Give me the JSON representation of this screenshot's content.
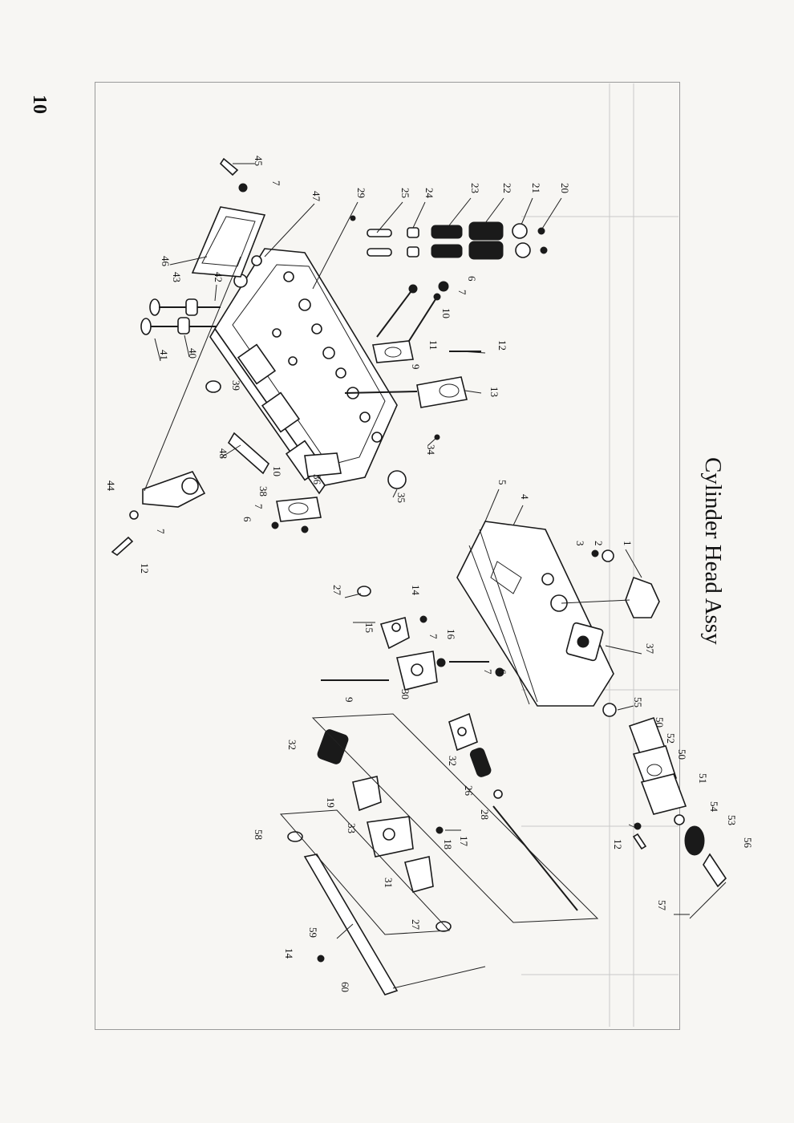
{
  "page": {
    "number": "10",
    "title": "Cylinder Head Assy"
  },
  "callouts": {
    "c1": "1",
    "c2": "2",
    "c3": "3",
    "c4": "4",
    "c5": "5",
    "c6a": "6",
    "c6b": "6",
    "c6c": "6",
    "c7a": "7",
    "c7b": "7",
    "c7c": "7",
    "c7d": "7",
    "c7e": "7",
    "c7f": "7",
    "c7g": "7",
    "c9a": "9",
    "c9b": "9",
    "c10a": "10",
    "c10b": "10",
    "c11": "11",
    "c12a": "12",
    "c12b": "12",
    "c12c": "12",
    "c13": "13",
    "c14a": "14",
    "c14b": "14",
    "c15": "15",
    "c16": "16",
    "c17": "17",
    "c18": "18",
    "c19": "19",
    "c20": "20",
    "c21": "21",
    "c22": "22",
    "c23": "23",
    "c24": "24",
    "c25": "25",
    "c26": "26",
    "c27a": "27",
    "c27b": "27",
    "c28": "28",
    "c29": "29",
    "c30": "30",
    "c31": "31",
    "c32a": "32",
    "c32b": "32",
    "c33": "33",
    "c34": "34",
    "c35": "35",
    "c36": "36",
    "c37": "37",
    "c38": "38",
    "c39": "39",
    "c40": "40",
    "c41": "41",
    "c42": "42",
    "c43": "43",
    "c44": "44",
    "c45": "45",
    "c46": "46",
    "c47": "47",
    "c48": "48",
    "c50a": "50",
    "c50b": "50",
    "c51": "51",
    "c52": "52",
    "c53": "53",
    "c54": "54",
    "c55": "55",
    "c56": "56",
    "c57": "57",
    "c58": "58",
    "c59": "59",
    "c60": "60"
  }
}
